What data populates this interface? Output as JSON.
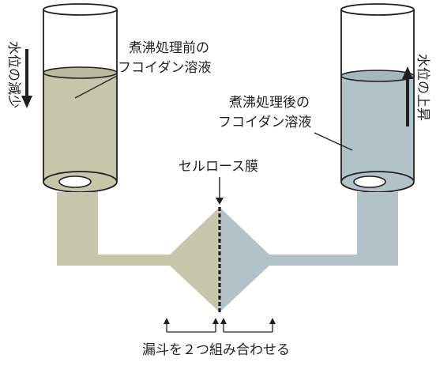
{
  "labels": {
    "left_solution_line1": "煮沸処理前の",
    "left_solution_line2": "フコイダン溶液",
    "right_solution_line1": "煮沸処理後の",
    "right_solution_line2": "フコイダン溶液",
    "membrane": "セルロース膜",
    "left_level": "水位の減少",
    "right_level": "水位の上昇",
    "funnel_caption": "漏斗を２つ組み合わせる"
  },
  "colors": {
    "left_solution": "#c5c6ac",
    "right_solution": "#b3c2c9",
    "outline": "#231f20",
    "membrane": "#231f20",
    "background": "#ffffff"
  }
}
